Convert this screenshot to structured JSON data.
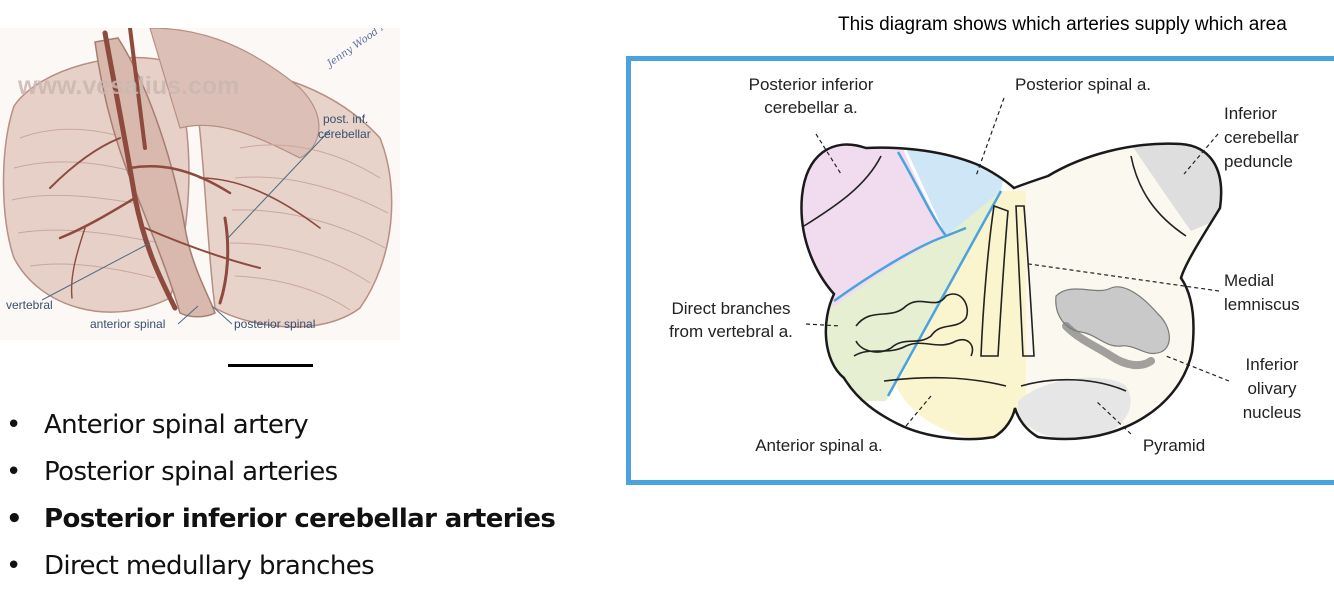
{
  "illustration": {
    "watermark": "www.vesalius.com",
    "signature": "Jenny Wood MD",
    "labels": {
      "post_inf_line1": "post. inf.",
      "post_inf_line2": "cerebellar",
      "vertebral": "vertebral",
      "anterior_spinal": "anterior spinal",
      "posterior_spinal": "posterior spinal"
    }
  },
  "bullets": [
    {
      "text": "Anterior spinal artery",
      "bold": false
    },
    {
      "text": "Posterior spinal arteries",
      "bold": false
    },
    {
      "text": "Posterior inferior cerebellar arteries",
      "bold": true
    },
    {
      "text": "Direct medullary branches",
      "bold": false
    }
  ],
  "diagram": {
    "caption": "This diagram shows which arteries supply which area",
    "labels": {
      "pica_line1": "Posterior inferior",
      "pica_line2": "cerebellar a.",
      "post_spinal": "Posterior spinal a.",
      "icp_line1": "Inferior",
      "icp_line2": "cerebellar",
      "icp_line3": "peduncle",
      "direct_line1": "Direct branches",
      "direct_line2": "from vertebral a.",
      "ml_line1": "Medial",
      "ml_line2": "lemniscus",
      "ion_line1": "Inferior",
      "ion_line2": "olivary",
      "ion_line3": "nucleus",
      "ant_spinal": "Anterior spinal a.",
      "pyramid": "Pyramid"
    },
    "region_colors": {
      "pica": "#f1dcef",
      "posterior_spinal": "#cfe6f7",
      "direct_vertebral": "#e6efd2",
      "anterior_spinal": "#fbf5cf",
      "border": "#4aa3dc"
    }
  }
}
